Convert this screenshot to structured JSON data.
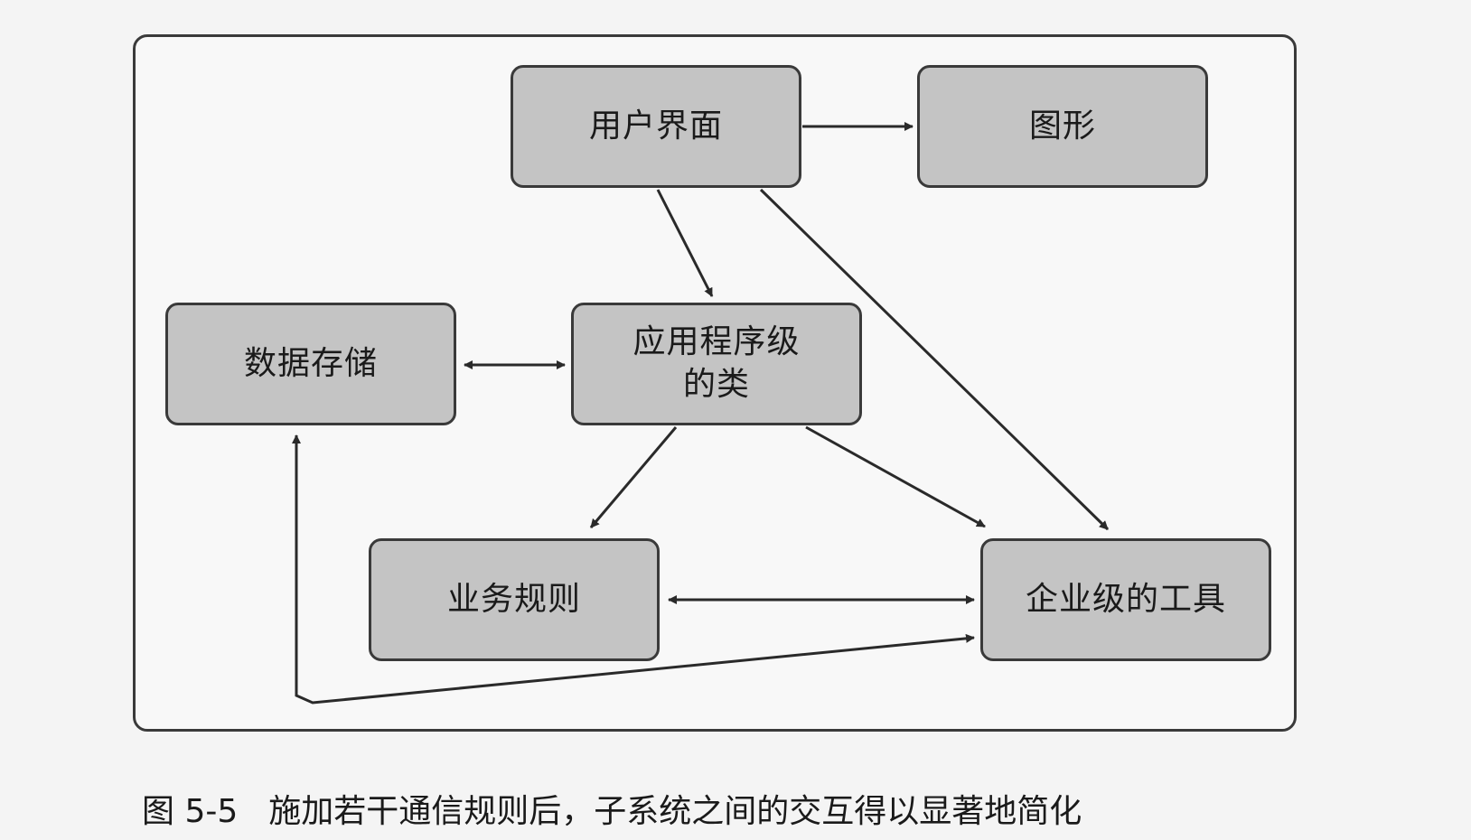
{
  "diagram": {
    "nodes": [
      {
        "id": "ui",
        "label": "用户界面"
      },
      {
        "id": "gfx",
        "label": "图形"
      },
      {
        "id": "store",
        "label": "数据存储"
      },
      {
        "id": "app",
        "label": "应用程序级\n的类"
      },
      {
        "id": "biz",
        "label": "业务规则"
      },
      {
        "id": "ent",
        "label": "企业级的工具"
      }
    ],
    "edges": [
      {
        "from": "ui",
        "to": "gfx",
        "direction": "forward"
      },
      {
        "from": "ui",
        "to": "app",
        "direction": "forward"
      },
      {
        "from": "ui",
        "to": "ent",
        "direction": "forward"
      },
      {
        "from": "store",
        "to": "app",
        "direction": "both"
      },
      {
        "from": "app",
        "to": "biz",
        "direction": "forward"
      },
      {
        "from": "app",
        "to": "ent",
        "direction": "forward"
      },
      {
        "from": "biz",
        "to": "ent",
        "direction": "both"
      },
      {
        "from": "store",
        "to": "ent",
        "direction": "both"
      }
    ],
    "colors": {
      "node_fill": "#c4c4c4",
      "stroke": "#3a3a3a"
    }
  },
  "caption": {
    "number": "图 5-5",
    "text": "施加若干通信规则后，子系统之间的交互得以显著地简化"
  }
}
